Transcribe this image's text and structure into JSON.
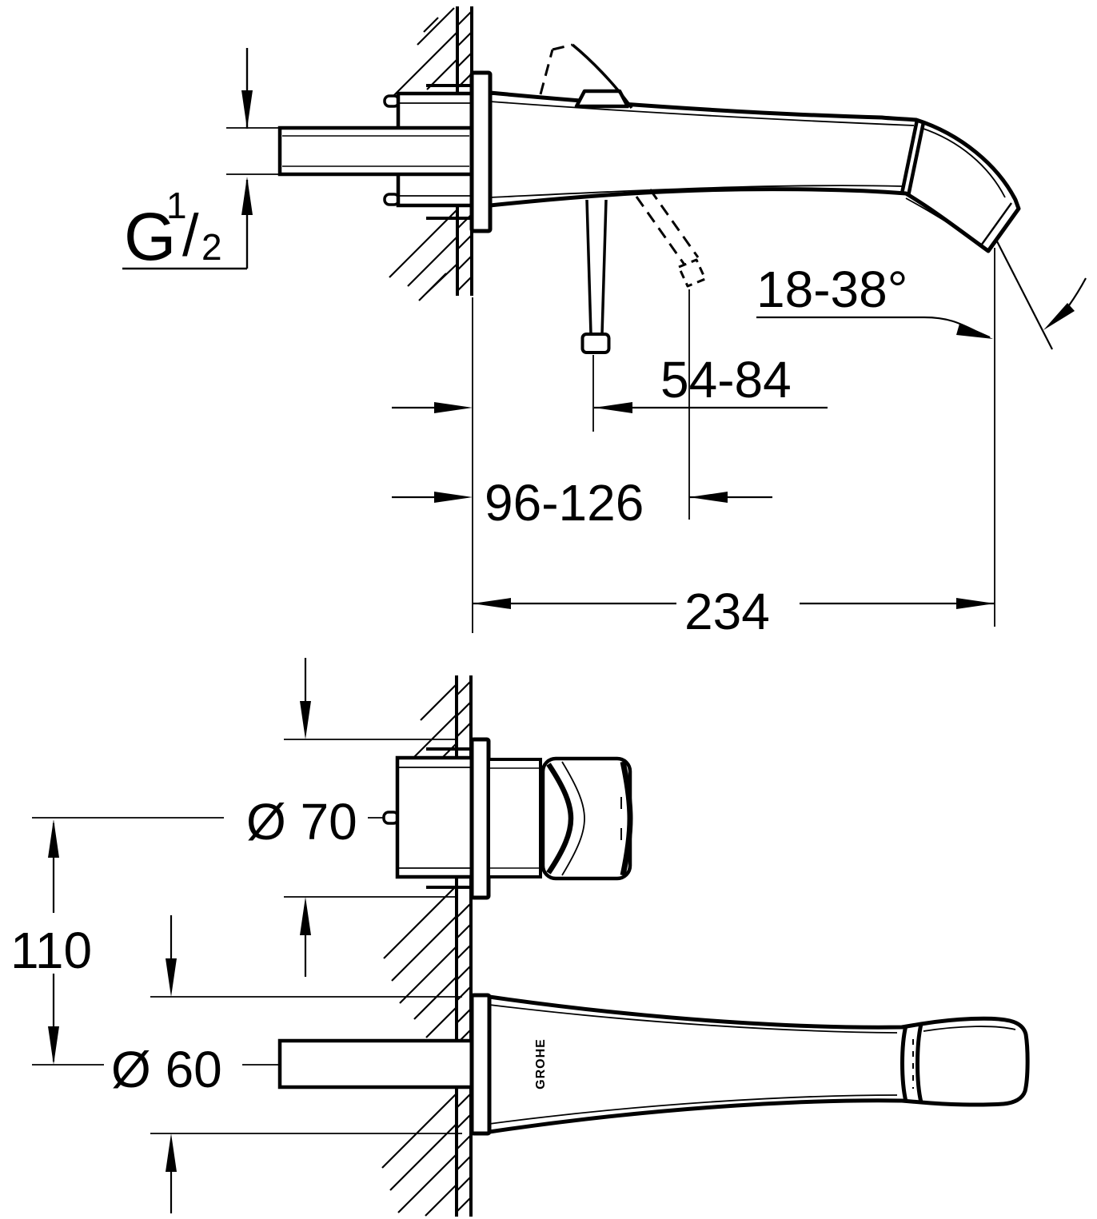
{
  "background": "#ffffff",
  "line_color": "#000000",
  "top_view": {
    "thread_label": {
      "letter": "G",
      "numerator": "1",
      "slash": "/",
      "denominator": "2"
    },
    "spout_angle_range": "18-38°",
    "lever_wall_distance_range": "54-84",
    "lever_swung_distance_range": "96-126",
    "spout_projection": "234"
  },
  "bottom_view": {
    "handle_diameter": "Ø 70",
    "spout_diameter": "Ø 60",
    "vertical_center_distance": "110",
    "logo_text": "GROHE"
  }
}
